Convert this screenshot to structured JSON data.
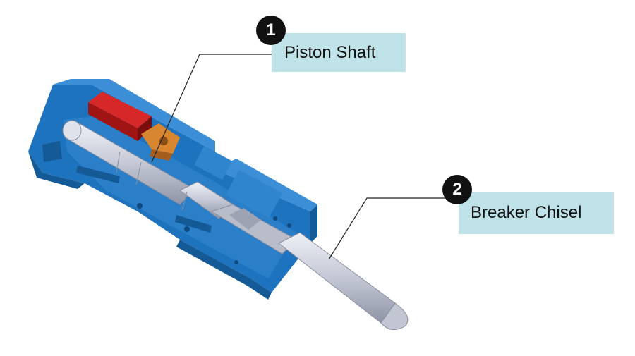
{
  "callouts": [
    {
      "number": "1",
      "label": "Piston Shaft"
    },
    {
      "number": "2",
      "label": "Breaker Chisel"
    }
  ],
  "colors": {
    "housing": "#1e73be",
    "housing_dark": "#145a97",
    "valve_block": "#b41a1a",
    "bronze_part": "#c8732a",
    "steel": "#c8ccd8",
    "callout_fill": "#bfe3e8",
    "badge_fill": "#111111"
  }
}
